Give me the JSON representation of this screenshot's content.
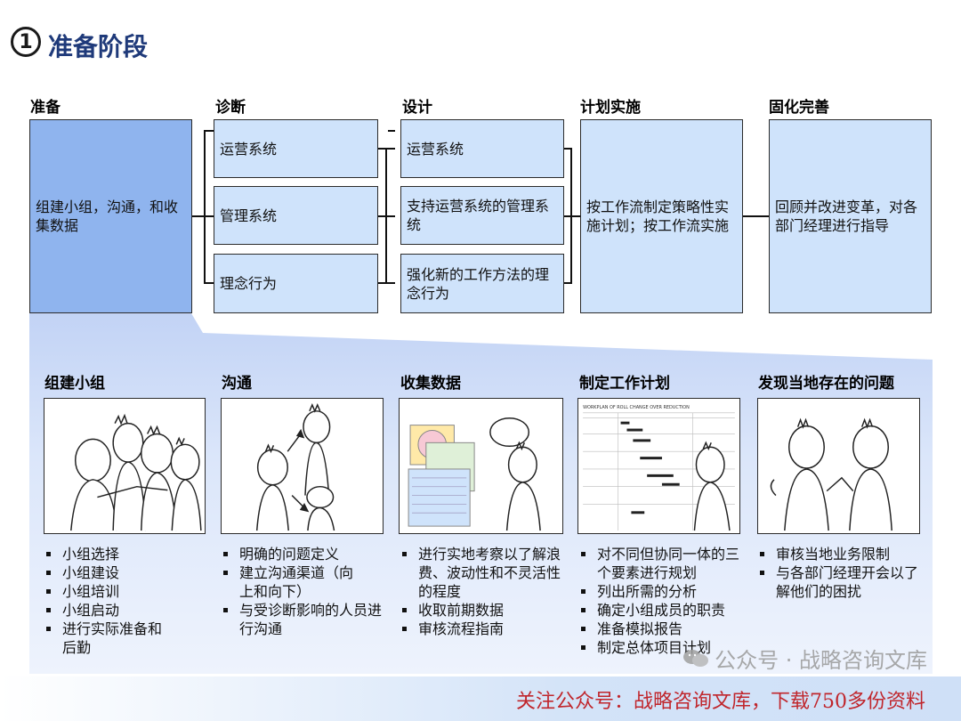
{
  "title": {
    "number": "1",
    "text": "准备阶段"
  },
  "phases": [
    {
      "label": "准备"
    },
    {
      "label": "诊断"
    },
    {
      "label": "设计"
    },
    {
      "label": "计划实施"
    },
    {
      "label": "固化完善"
    }
  ],
  "boxes": {
    "prepare": "组建小组，沟通，和收集数据",
    "diagnose": [
      "运营系统",
      "管理系统",
      "理念行为"
    ],
    "design": [
      "运营系统",
      "支持运营系统的管理系统",
      "强化新的工作方法的理念行为"
    ],
    "plan": "按工作流制定策略性实施计划；按工作流实施",
    "consolidate": "回顾并改进变革，对各部门经理进行指导"
  },
  "tasks": [
    {
      "title": "组建小组",
      "items": [
        "小组选择",
        "小组建设",
        "小组培训",
        "小组启动",
        "进行实际准备和后勤"
      ]
    },
    {
      "title": "沟通",
      "items": [
        "明确的问题定义",
        "建立沟通渠道（向上和向下）",
        "与受诊断影响的人员进行沟通"
      ]
    },
    {
      "title": "收集数据",
      "items": [
        "进行实地考察以了解浪费、波动性和不灵活性的程度",
        "收取前期数据",
        "审核流程指南"
      ]
    },
    {
      "title": "制定工作计划",
      "items": [
        "对不同但协同一体的三个要素进行规划",
        "列出所需的分析",
        "确定小组成员的职责",
        "准备模拟报告",
        "制定总体项目计划"
      ]
    },
    {
      "title": "发现当地存在的问题",
      "items": [
        "审核当地业务限制",
        "与各部门经理开会以了解他们的困扰"
      ]
    }
  ],
  "worksheet_title": "WORKPLAN OF ROLL CHANGE OVER REDUCTION",
  "watermark": "公众号 · 战略咨询文库",
  "footer": "关注公众号：战略咨询文库，下载750多份资料",
  "colors": {
    "title": "#1f3a7a",
    "box_light": "#cfe3fb",
    "box_dark": "#8fb4ee",
    "footer_text": "#c0262c"
  }
}
